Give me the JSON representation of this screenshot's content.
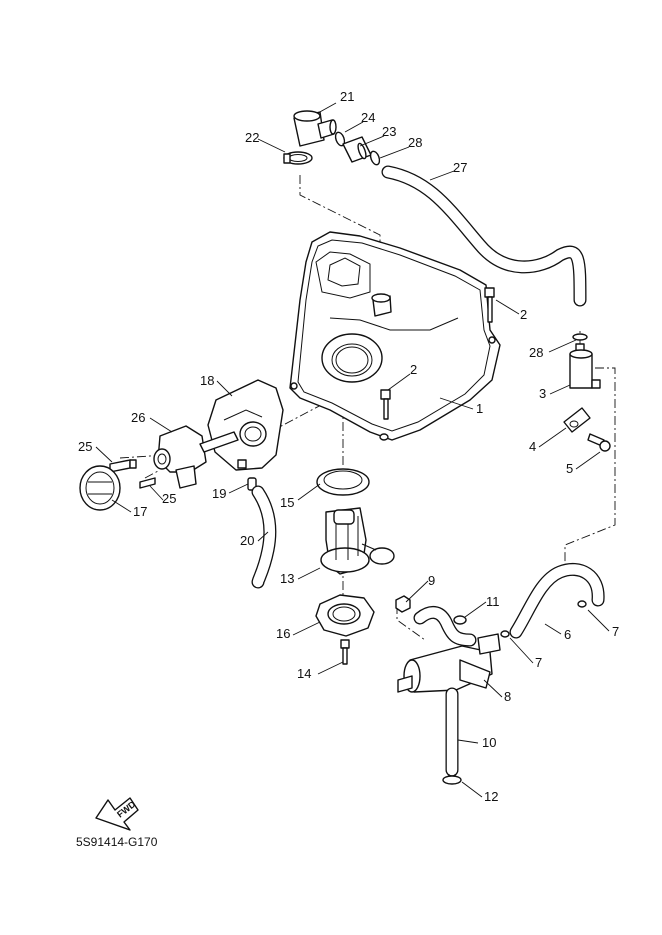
{
  "drawing_code": "5S91414-G170",
  "fwd_label": "FWD",
  "callouts": [
    {
      "id": "1",
      "label": "1"
    },
    {
      "id": "2a",
      "label": "2"
    },
    {
      "id": "2b",
      "label": "2"
    },
    {
      "id": "3",
      "label": "3"
    },
    {
      "id": "4",
      "label": "4"
    },
    {
      "id": "5",
      "label": "5"
    },
    {
      "id": "6",
      "label": "6"
    },
    {
      "id": "7a",
      "label": "7"
    },
    {
      "id": "7b",
      "label": "7"
    },
    {
      "id": "8",
      "label": "8"
    },
    {
      "id": "9",
      "label": "9"
    },
    {
      "id": "10",
      "label": "10"
    },
    {
      "id": "11",
      "label": "11"
    },
    {
      "id": "12",
      "label": "12"
    },
    {
      "id": "13",
      "label": "13"
    },
    {
      "id": "14",
      "label": "14"
    },
    {
      "id": "15",
      "label": "15"
    },
    {
      "id": "16",
      "label": "16"
    },
    {
      "id": "17",
      "label": "17"
    },
    {
      "id": "18",
      "label": "18"
    },
    {
      "id": "19",
      "label": "19"
    },
    {
      "id": "20",
      "label": "20"
    },
    {
      "id": "21",
      "label": "21"
    },
    {
      "id": "22",
      "label": "22"
    },
    {
      "id": "23",
      "label": "23"
    },
    {
      "id": "24",
      "label": "24"
    },
    {
      "id": "25a",
      "label": "25"
    },
    {
      "id": "25b",
      "label": "25"
    },
    {
      "id": "26",
      "label": "26"
    },
    {
      "id": "27",
      "label": "27"
    },
    {
      "id": "28a",
      "label": "28"
    },
    {
      "id": "28b",
      "label": "28"
    }
  ]
}
